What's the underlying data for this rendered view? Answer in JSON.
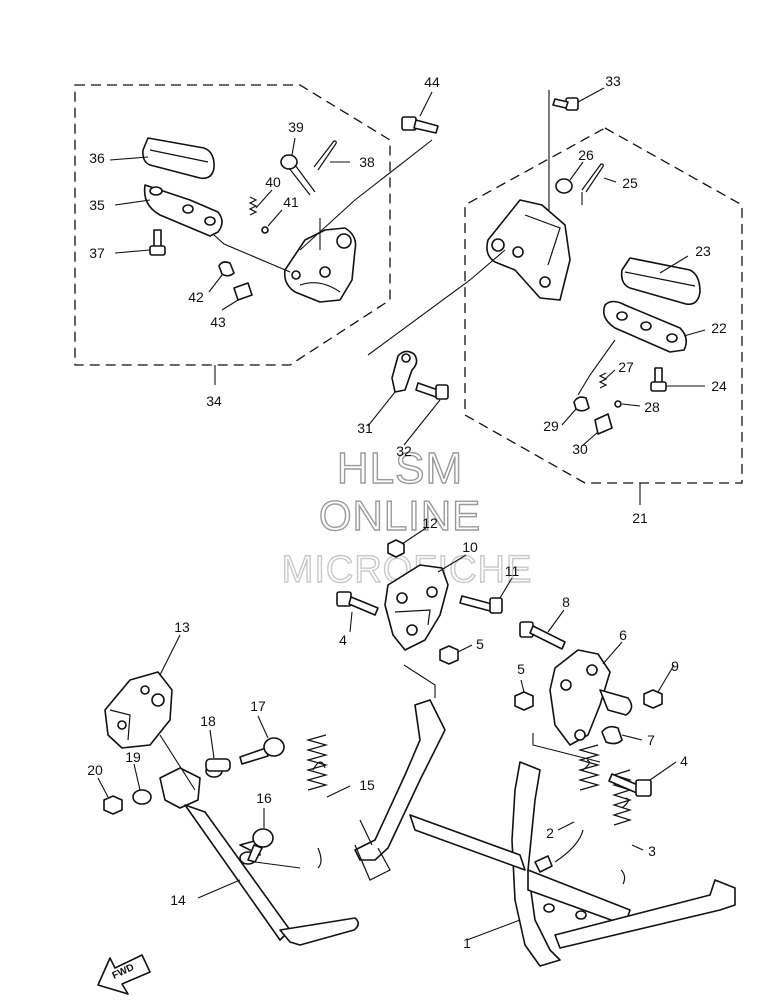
{
  "watermark": {
    "line1": "HLSM",
    "line2": "ONLINE",
    "line3": "MICROFICHE"
  },
  "direction_label": "FWD",
  "callouts": [
    {
      "id": "1",
      "text": "1"
    },
    {
      "id": "2",
      "text": "2"
    },
    {
      "id": "3",
      "text": "3"
    },
    {
      "id": "4a",
      "text": "4"
    },
    {
      "id": "4b",
      "text": "4"
    },
    {
      "id": "5a",
      "text": "5"
    },
    {
      "id": "5b",
      "text": "5"
    },
    {
      "id": "6",
      "text": "6"
    },
    {
      "id": "7",
      "text": "7"
    },
    {
      "id": "8",
      "text": "8"
    },
    {
      "id": "9",
      "text": "9"
    },
    {
      "id": "10",
      "text": "10"
    },
    {
      "id": "11",
      "text": "11"
    },
    {
      "id": "12",
      "text": "12"
    },
    {
      "id": "13",
      "text": "13"
    },
    {
      "id": "14",
      "text": "14"
    },
    {
      "id": "15",
      "text": "15"
    },
    {
      "id": "16",
      "text": "16"
    },
    {
      "id": "17",
      "text": "17"
    },
    {
      "id": "18",
      "text": "18"
    },
    {
      "id": "19",
      "text": "19"
    },
    {
      "id": "20",
      "text": "20"
    },
    {
      "id": "21",
      "text": "21"
    },
    {
      "id": "22",
      "text": "22"
    },
    {
      "id": "23",
      "text": "23"
    },
    {
      "id": "24",
      "text": "24"
    },
    {
      "id": "25",
      "text": "25"
    },
    {
      "id": "26",
      "text": "26"
    },
    {
      "id": "27",
      "text": "27"
    },
    {
      "id": "28",
      "text": "28"
    },
    {
      "id": "29",
      "text": "29"
    },
    {
      "id": "30",
      "text": "30"
    },
    {
      "id": "31",
      "text": "31"
    },
    {
      "id": "32",
      "text": "32"
    },
    {
      "id": "33",
      "text": "33"
    },
    {
      "id": "34",
      "text": "34"
    },
    {
      "id": "35",
      "text": "35"
    },
    {
      "id": "36",
      "text": "36"
    },
    {
      "id": "37",
      "text": "37"
    },
    {
      "id": "38",
      "text": "38"
    },
    {
      "id": "39",
      "text": "39"
    },
    {
      "id": "40",
      "text": "40"
    },
    {
      "id": "41",
      "text": "41"
    },
    {
      "id": "42",
      "text": "42"
    },
    {
      "id": "43",
      "text": "43"
    },
    {
      "id": "44",
      "text": "44"
    }
  ]
}
